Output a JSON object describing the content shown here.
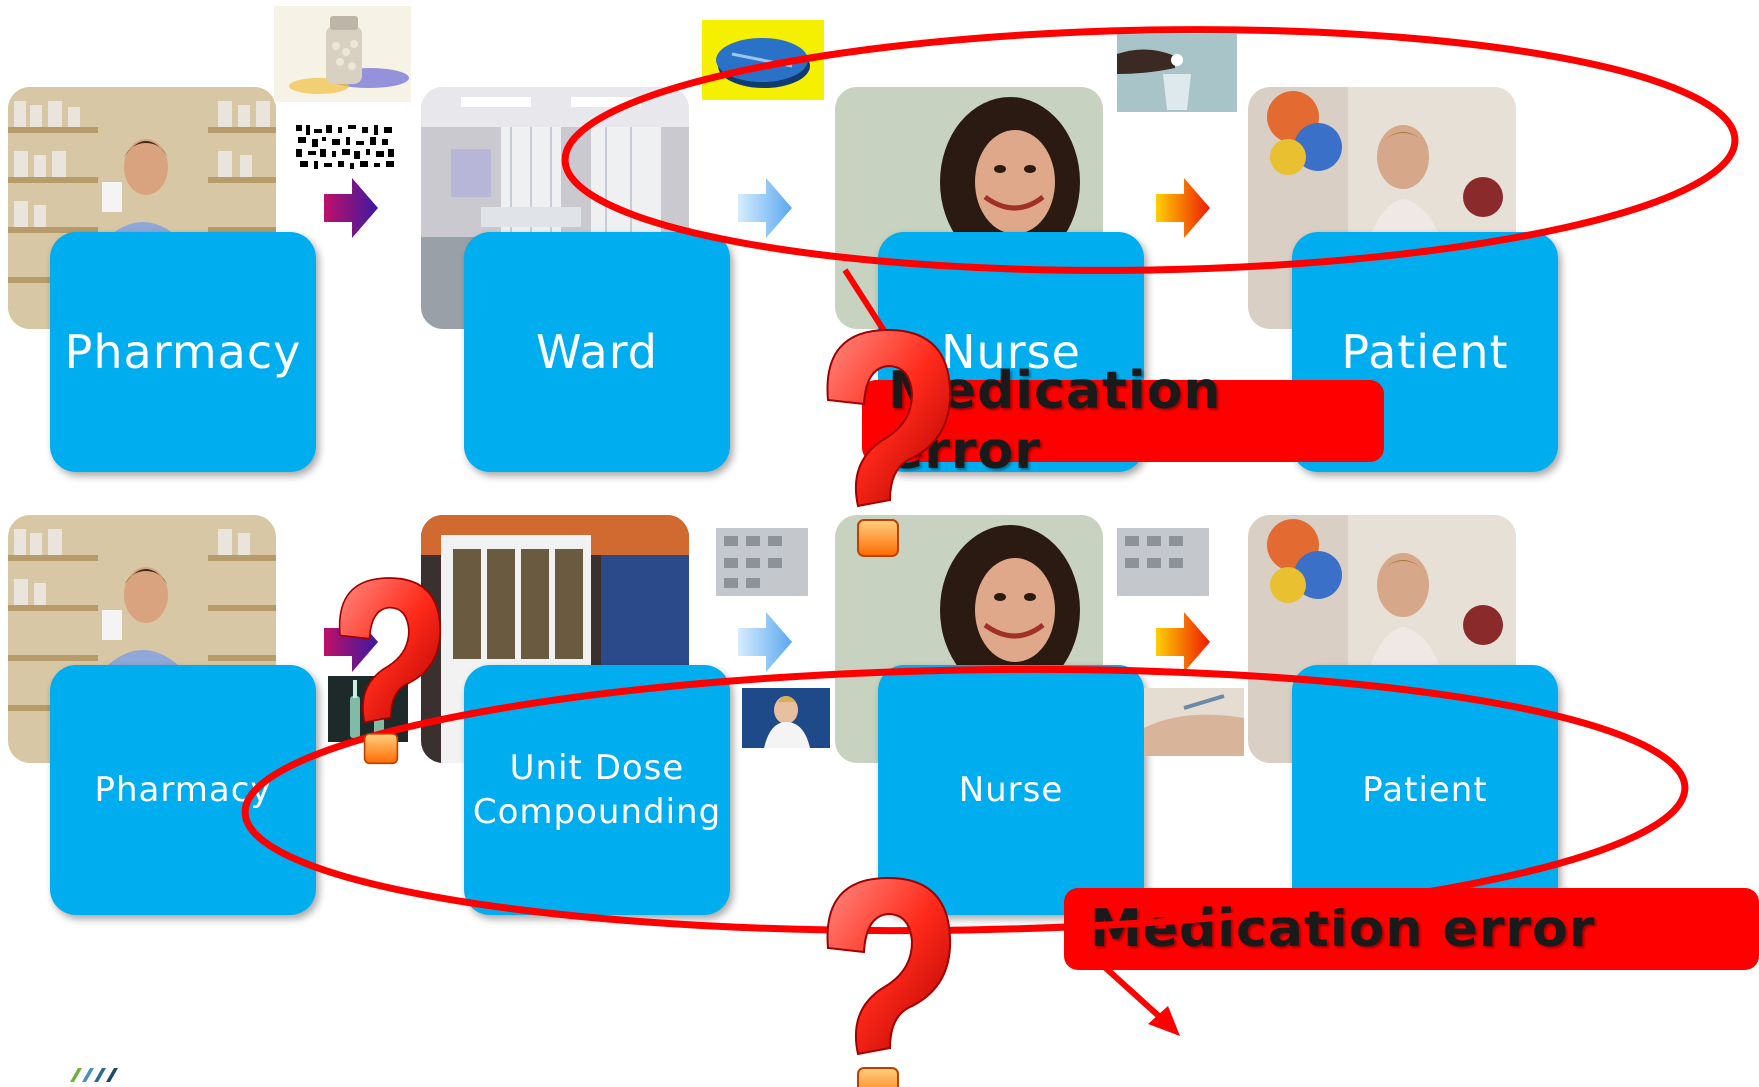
{
  "row1": {
    "pharmacy": "Pharmacy",
    "ward": "Ward",
    "nurse": "Nurse",
    "patient": "Patient",
    "error": "Medication error"
  },
  "row2": {
    "pharmacy": "Pharmacy",
    "unit_dose_line1": "Unit Dose",
    "unit_dose_line2": "Compounding",
    "nurse": "Nurse",
    "patient": "Patient",
    "error": "Medication error"
  },
  "colors": {
    "box": "#00adef",
    "error_label": "#ff0000",
    "ellipse": "#ff0000"
  },
  "icons": [
    "pill-bottle-icon",
    "barcode-icon",
    "tablet-icon",
    "water-glass-icon",
    "question-mark-icon",
    "ampoule-icon",
    "blister-pack-icon",
    "arrow-right-icon"
  ]
}
